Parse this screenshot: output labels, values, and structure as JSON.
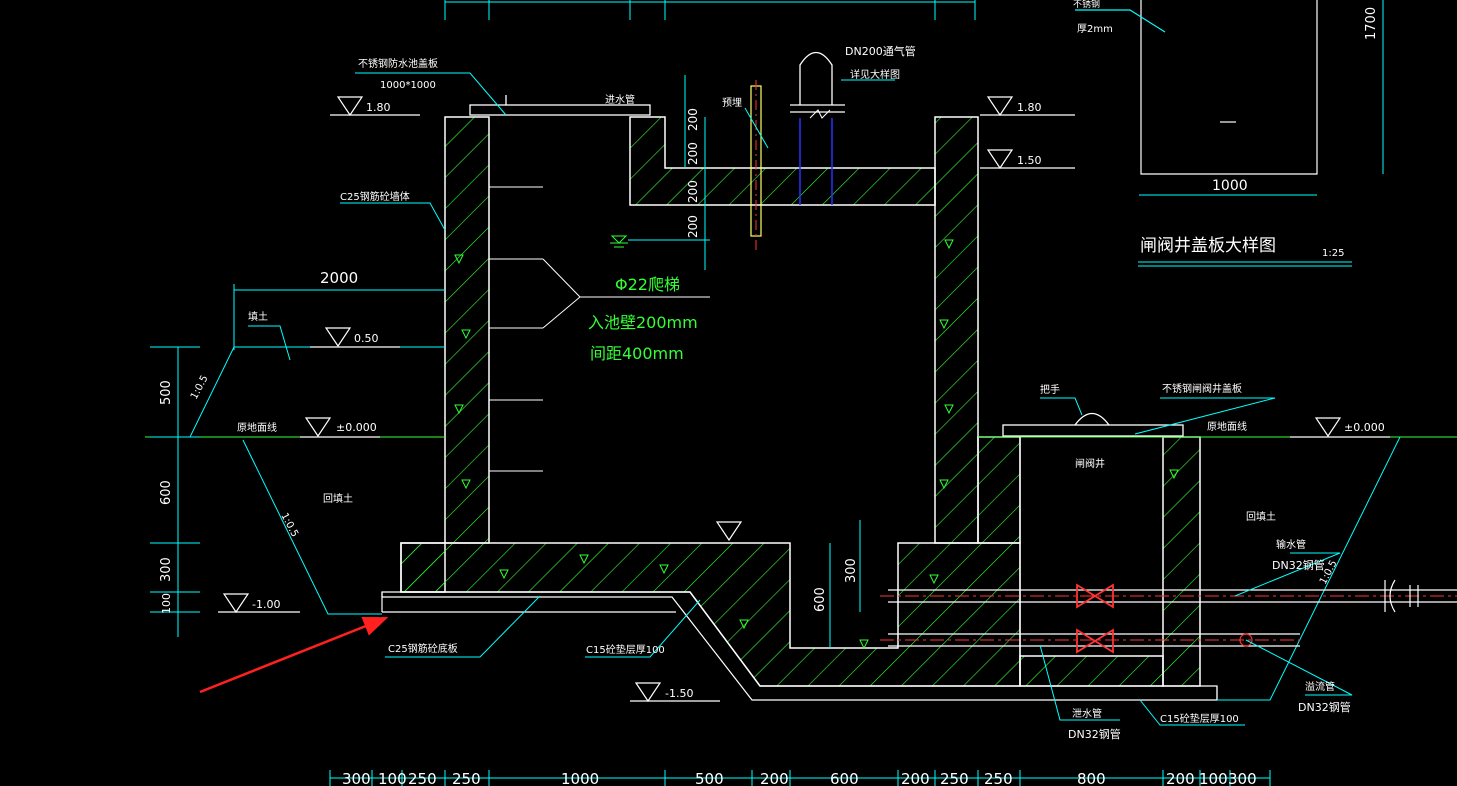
{
  "drawing": {
    "labels": {
      "manhole_cover": "不锈钢防水池盖板",
      "manhole_size": "1000*1000",
      "vent_pipe": "DN200通气管",
      "vent_detail": "详见大样图",
      "inlet_pipe": "进水管",
      "embedded": "预埋",
      "wall_material": "C25钢筋砼墙体",
      "ladder_title": "Φ22爬梯",
      "ladder_embed": "入池壁200mm",
      "ladder_spacing": "间距400mm",
      "backfill_top": "填土",
      "natural_ground_left": "原地面线",
      "backfill_left": "回填土",
      "slope_left": "1:0.5",
      "base_slab": "C25钢筋砼底板",
      "cushion_left": "C15砼垫层厚100",
      "handle": "把手",
      "valve_cover": "不锈钢闸阀井盖板",
      "natural_ground_right": "原地面线",
      "valve_well": "闸阀井",
      "backfill_right": "回填土",
      "outlet_pipe": "输水管",
      "outlet_pipe_spec": "DN32钢管",
      "slope_right": "1:0.5",
      "overflow_pipe": "溢流管",
      "overflow_pipe_spec": "DN32钢管",
      "drain_pipe": "泄水管",
      "drain_pipe_spec": "DN32钢管",
      "cushion_right": "C15砼垫层厚100"
    },
    "elevations": {
      "top_left": "1.80",
      "top_right": "1.80",
      "inner_right": "1.50",
      "fill_left": "0.50",
      "ground_left": "±0.000",
      "ground_right": "±0.000",
      "base_left": "-1.00",
      "base_right": "-1.50"
    },
    "dims": {
      "left_2000": "2000",
      "left_500": "500",
      "left_600": "600",
      "left_300": "300",
      "left_100": "100",
      "inner_200a": "200",
      "inner_200b": "200",
      "inner_200c": "200",
      "inner_200d": "200",
      "step_300": "300",
      "step_600": "600",
      "bottom": [
        "300",
        "100",
        "250",
        "250",
        "1000",
        "500",
        "200",
        "600",
        "200",
        "250",
        "250",
        "800",
        "200",
        "100",
        "300"
      ]
    },
    "detail": {
      "title": "闸阀井盖板大样图",
      "scale": "1:25",
      "width": "1000",
      "height": "1700",
      "material": "不锈钢",
      "thickness": "厚2mm",
      "dash": "—"
    }
  },
  "colors": {
    "concrete": "#33ff33",
    "dimension": "#00ffff",
    "outline": "#ffffff",
    "pipe": "#ff3333",
    "vent": "#0000ff",
    "arrow": "#ff2020"
  }
}
